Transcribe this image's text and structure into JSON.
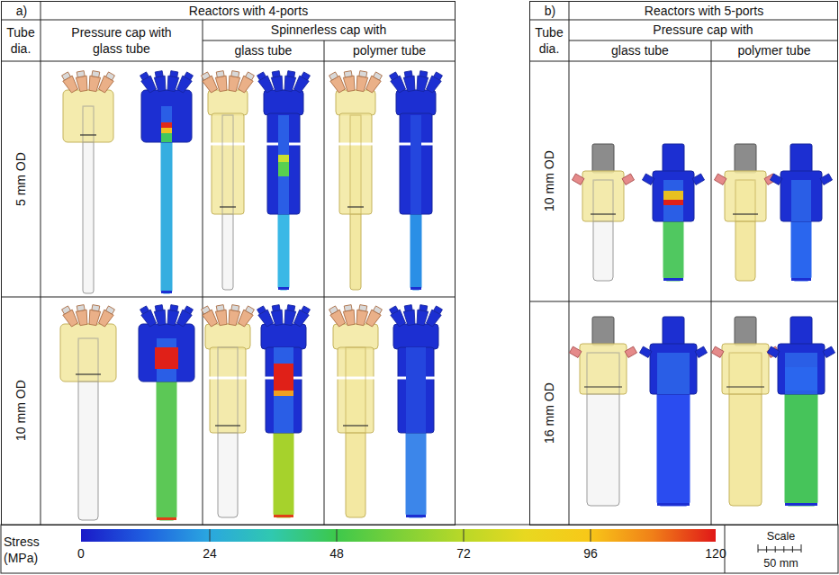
{
  "diagram": {
    "nodes": [
      {
        "text": [
          "a)",
          "Reactors with 4-ports"
        ]
      },
      {
        "text": [
          "b)",
          "Reactors with 5-ports"
        ]
      }
    ],
    "labels": [
      "Tube dia.",
      "Pressure cap with glass tube",
      "Spinnerless cap with",
      "glass tube",
      "polymer tube",
      "5 mm OD",
      "10 mm OD",
      "Tube dia.",
      "Pressure cap with",
      "glass tube",
      "polymer tube",
      "10 mm OD",
      "16 mm OD",
      "Stress (MPa)",
      "0",
      "24",
      "48",
      "72",
      "96",
      "120",
      "Scale",
      "50 mm"
    ]
  }
}
